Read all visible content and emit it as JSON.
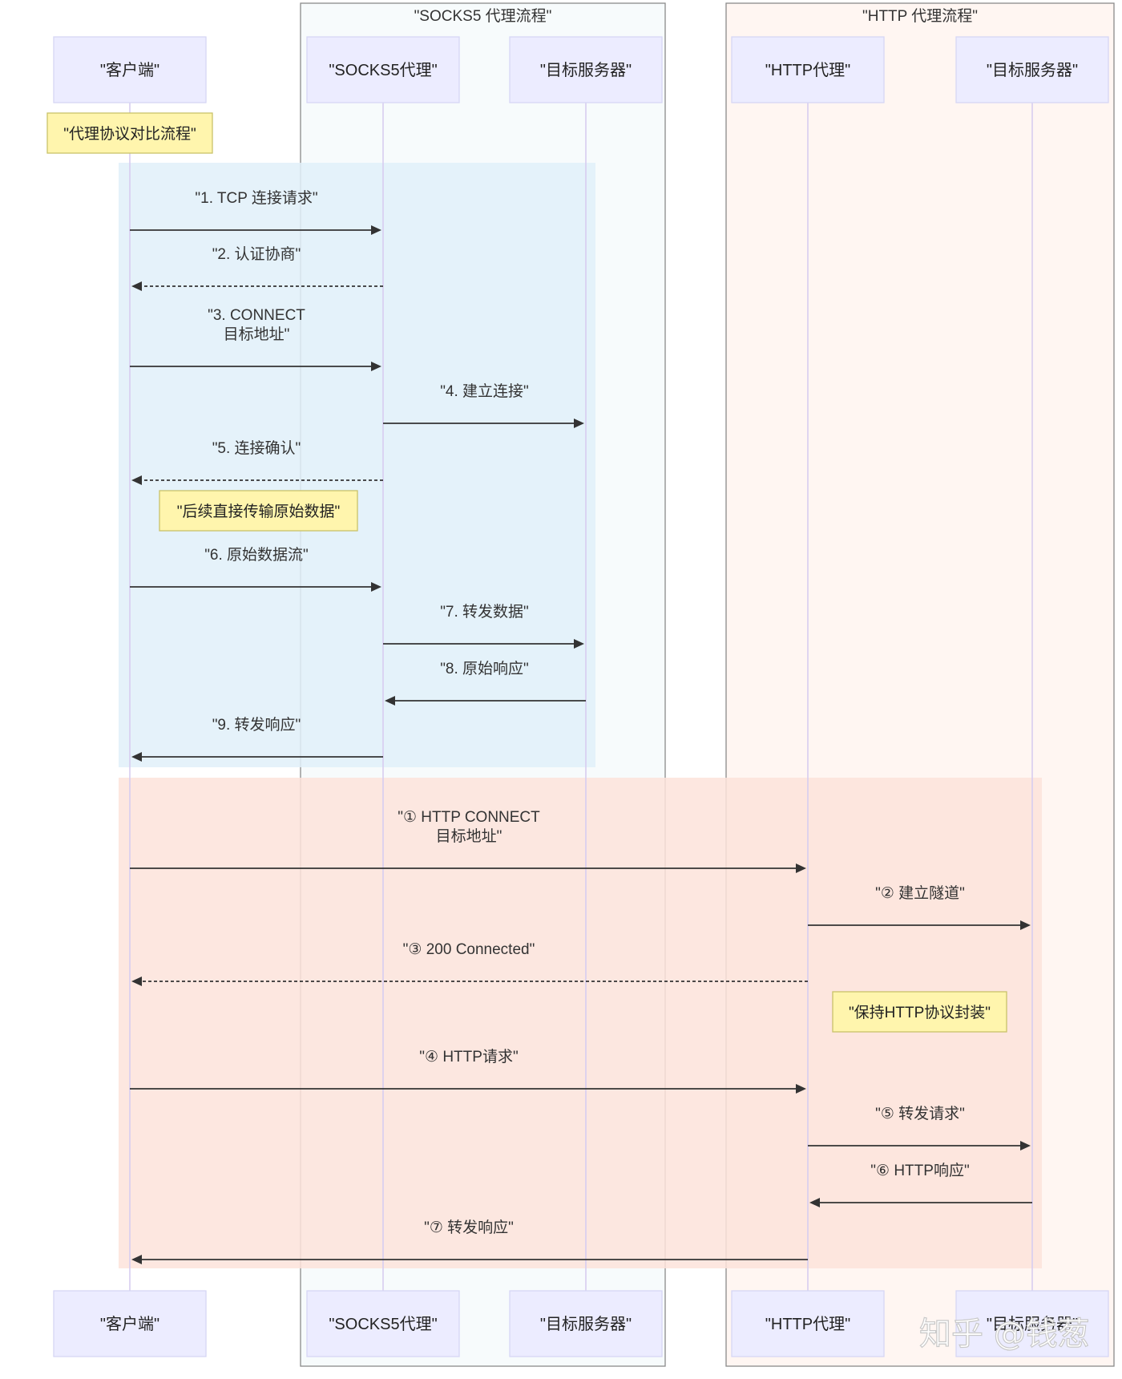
{
  "colors": {
    "participant_fill": "#ececff",
    "participant_stroke": "#d6d6f5",
    "lifeline": "#d7cdf0",
    "note_fill": "#fff5ad",
    "note_stroke": "#c9c26a",
    "arrow": "#333333",
    "socks_group_fill": "#f7fbfc",
    "http_group_fill": "#fff6f2",
    "socks_band_fill": "#e1f0f9",
    "http_band_fill": "#fde3da"
  },
  "groups": [
    {
      "id": "socks",
      "label": "\"SOCKS5 代理流程\""
    },
    {
      "id": "http",
      "label": "\"HTTP 代理流程\""
    }
  ],
  "participants": [
    {
      "id": "client",
      "label": "\"客户端\""
    },
    {
      "id": "socks5",
      "label": "\"SOCKS5代理\""
    },
    {
      "id": "target1",
      "label": "\"目标服务器\""
    },
    {
      "id": "httpproxy",
      "label": "\"HTTP代理\""
    },
    {
      "id": "target2",
      "label": "\"目标服务器\""
    }
  ],
  "notes": [
    {
      "id": "title",
      "text": "\"代理协议对比流程\"",
      "over": "client"
    },
    {
      "id": "raw",
      "text": "\"后续直接传输原始数据\"",
      "over": "client-socks5"
    },
    {
      "id": "keep",
      "text": "\"保持HTTP协议封装\"",
      "over": "httpproxy-target2"
    }
  ],
  "messages": [
    {
      "from": "client",
      "to": "socks5",
      "style": "solid",
      "lines": [
        "\"1. TCP 连接请求\""
      ]
    },
    {
      "from": "socks5",
      "to": "client",
      "style": "dashed",
      "lines": [
        "\"2. 认证协商\""
      ]
    },
    {
      "from": "client",
      "to": "socks5",
      "style": "solid",
      "lines": [
        "\"3. CONNECT",
        "目标地址\""
      ]
    },
    {
      "from": "socks5",
      "to": "target1",
      "style": "solid",
      "lines": [
        "\"4. 建立连接\""
      ]
    },
    {
      "from": "socks5",
      "to": "client",
      "style": "dashed",
      "lines": [
        "\"5. 连接确认\""
      ]
    },
    {
      "from": "client",
      "to": "socks5",
      "style": "solid",
      "lines": [
        "\"6. 原始数据流\""
      ]
    },
    {
      "from": "socks5",
      "to": "target1",
      "style": "solid",
      "lines": [
        "\"7. 转发数据\""
      ]
    },
    {
      "from": "target1",
      "to": "socks5",
      "style": "solid",
      "lines": [
        "\"8. 原始响应\""
      ]
    },
    {
      "from": "socks5",
      "to": "client",
      "style": "solid",
      "lines": [
        "\"9. 转发响应\""
      ]
    },
    {
      "from": "client",
      "to": "httpproxy",
      "style": "solid",
      "lines": [
        "\"① HTTP CONNECT",
        "目标地址\""
      ]
    },
    {
      "from": "httpproxy",
      "to": "target2",
      "style": "solid",
      "lines": [
        "\"② 建立隧道\""
      ]
    },
    {
      "from": "httpproxy",
      "to": "client",
      "style": "dashed",
      "lines": [
        "\"③ 200 Connected\""
      ]
    },
    {
      "from": "client",
      "to": "httpproxy",
      "style": "solid",
      "lines": [
        "\"④ HTTP请求\""
      ]
    },
    {
      "from": "httpproxy",
      "to": "target2",
      "style": "solid",
      "lines": [
        "\"⑤ 转发请求\""
      ]
    },
    {
      "from": "target2",
      "to": "httpproxy",
      "style": "solid",
      "lines": [
        "\"⑥ HTTP响应\""
      ]
    },
    {
      "from": "httpproxy",
      "to": "client",
      "style": "solid",
      "lines": [
        "\"⑦ 转发响应\""
      ]
    }
  ],
  "watermark": "知乎 @钱葱"
}
